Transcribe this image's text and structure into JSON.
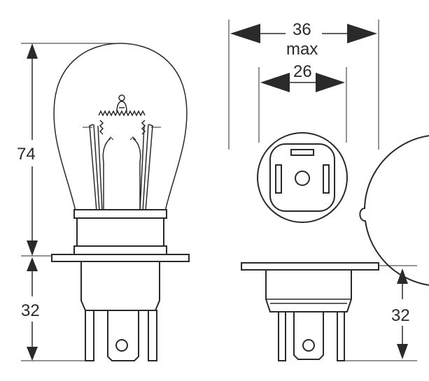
{
  "dimensions": {
    "overall_length": "74",
    "base_length_left": "32",
    "base_length_right": "32",
    "max_diameter_value": "36",
    "max_diameter_note": "max",
    "flange_diameter": "26"
  }
}
